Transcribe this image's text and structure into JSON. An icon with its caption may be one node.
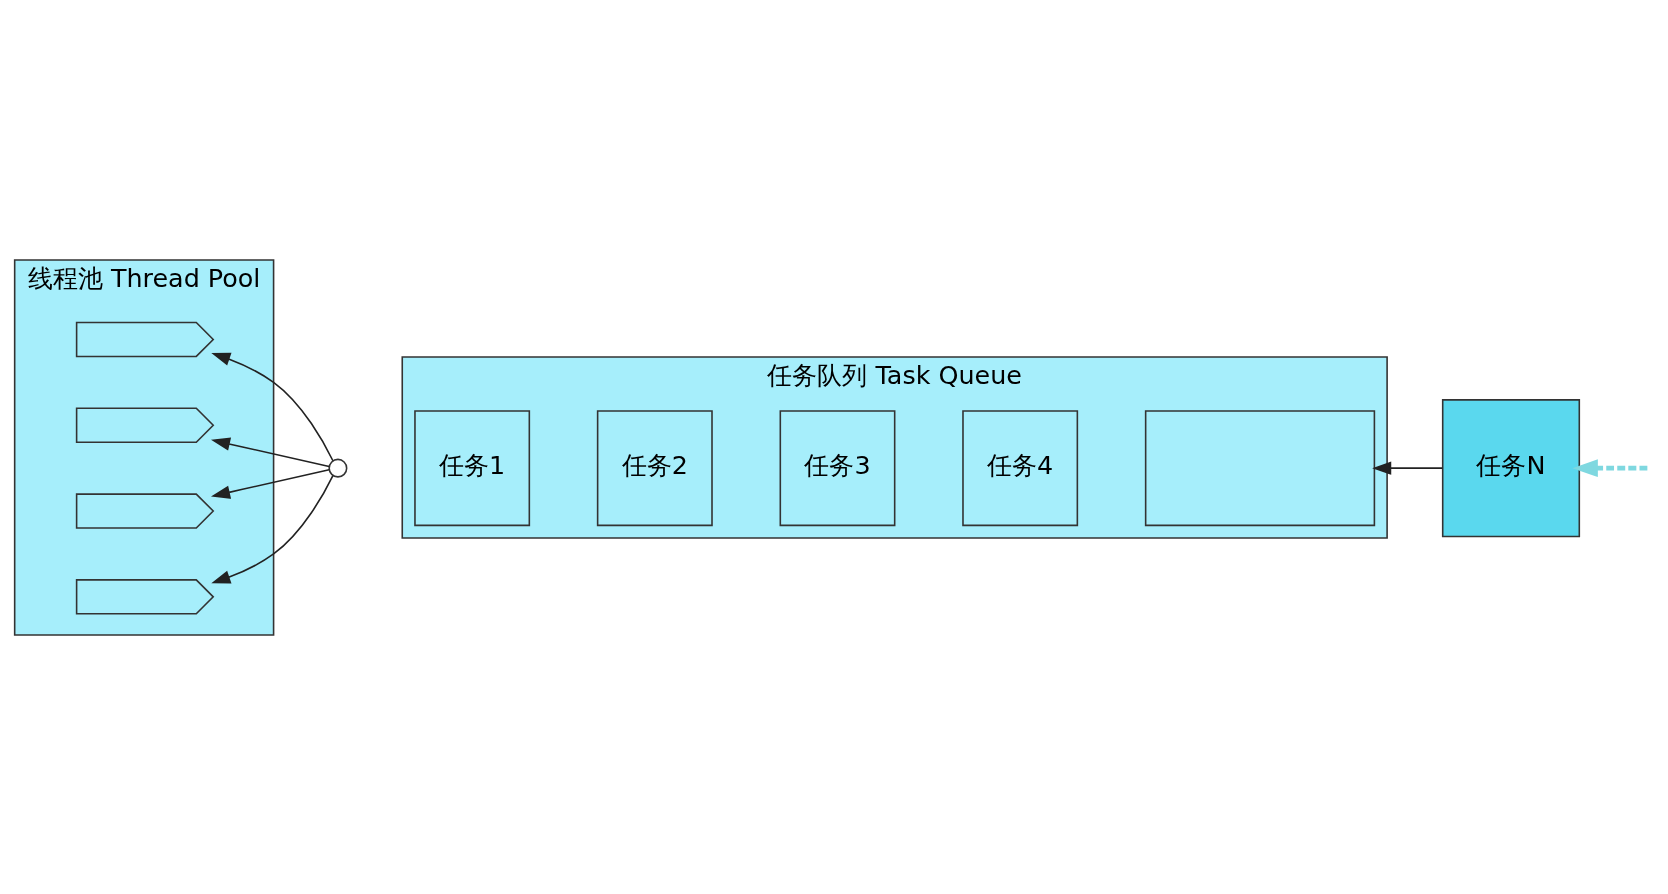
{
  "diagram": {
    "nodes": [
      {
        "text": [
          "线程池 Thread Pool"
        ]
      },
      {
        "text": [],
        "shape": "wave",
        "in": 0
      },
      {
        "text": [],
        "shape": "wave",
        "in": 0
      },
      {
        "text": [],
        "shape": "wave",
        "in": 0
      },
      {
        "text": [],
        "shape": "wave",
        "in": 0
      },
      {
        "text": [
          "任务队列 Task Queue"
        ]
      },
      {
        "text": [],
        "shape": "circle"
      },
      {
        "text": [
          "任务1"
        ],
        "in": 5
      },
      {
        "text": [
          "任务2"
        ],
        "in": 5
      },
      {
        "text": [
          "任务3"
        ],
        "in": 5
      },
      {
        "text": [
          "任务4"
        ],
        "in": 5
      },
      {
        "text": [],
        "shape": "box",
        "in": 5
      },
      {
        "text": [
          "任务N"
        ]
      }
    ],
    "edges": [
      {
        "from": 6,
        "to": 1,
        "arrow": "to"
      },
      {
        "from": 6,
        "to": 2,
        "arrow": "to"
      },
      {
        "from": 6,
        "to": 3,
        "arrow": "to"
      },
      {
        "from": 6,
        "to": 4,
        "arrow": "to"
      },
      {
        "from": 12,
        "to": 11,
        "arrow": "to"
      },
      {
        "from": null,
        "to": 12,
        "arrow": "to",
        "style": "dashed",
        "color": "#7fd8e0"
      }
    ]
  }
}
